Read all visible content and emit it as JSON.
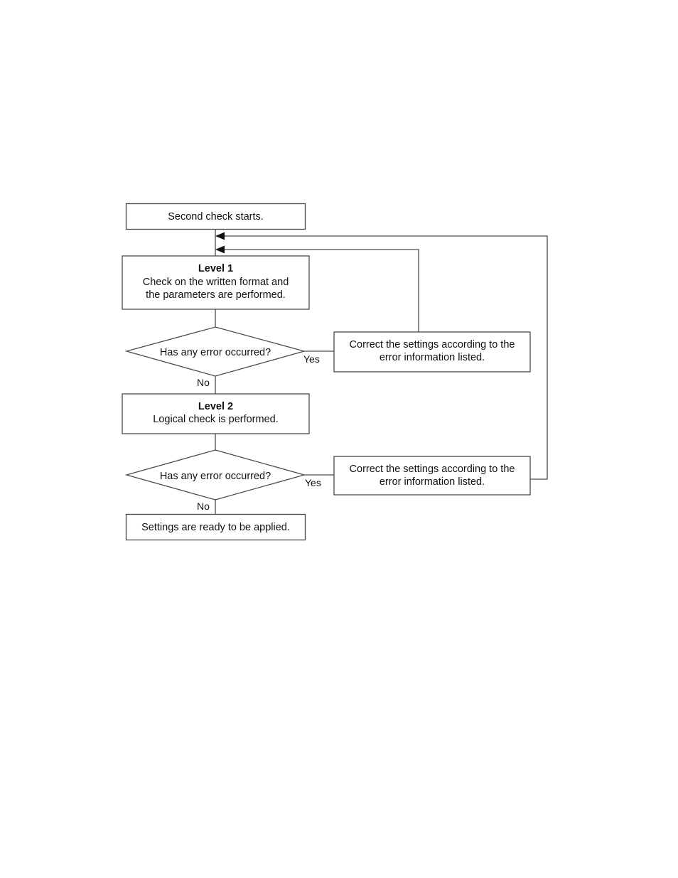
{
  "nodes": {
    "start": {
      "text": "Second check starts."
    },
    "level1": {
      "title": "Level 1",
      "line1": "Check on the written format and",
      "line2": "the parameters are performed."
    },
    "decision1": {
      "text": "Has any error occurred?"
    },
    "correct1": {
      "line1": "Correct the settings according to the",
      "line2": "error information listed."
    },
    "level2": {
      "title": "Level 2",
      "line1": "Logical check is performed."
    },
    "decision2": {
      "text": "Has any error occurred?"
    },
    "correct2": {
      "line1": "Correct the settings according to the",
      "line2": "error information listed."
    },
    "end": {
      "text": "Settings are ready to be applied."
    }
  },
  "labels": {
    "yes1": "Yes",
    "no1": "No",
    "yes2": "Yes",
    "no2": "No"
  }
}
